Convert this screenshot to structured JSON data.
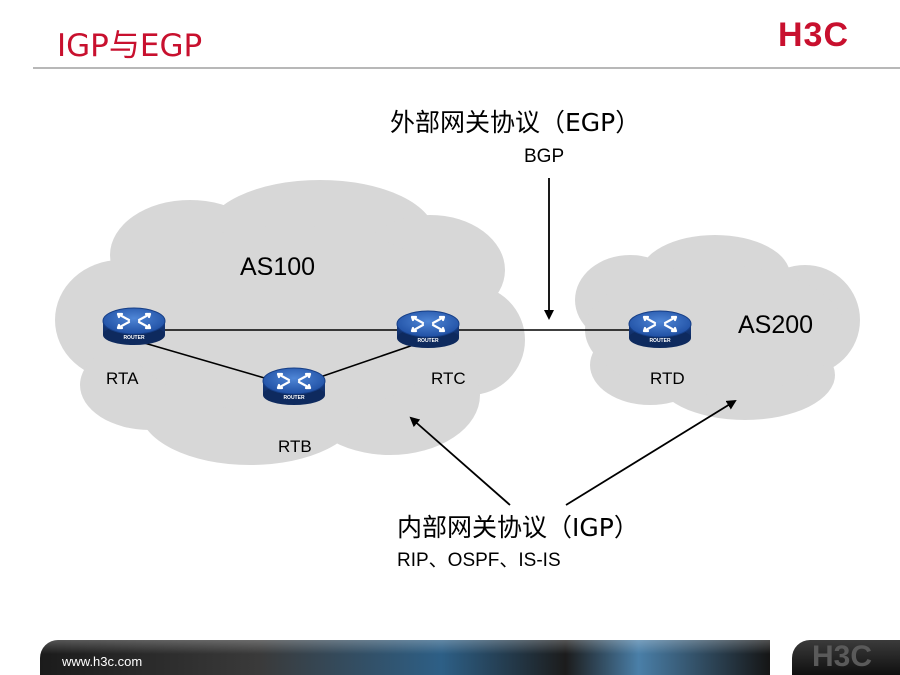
{
  "slide": {
    "title": "IGP与EGP",
    "logo": "H3C",
    "footer_url": "www.h3c.com",
    "footer_logo": "H3C"
  },
  "diagram": {
    "as_left": "AS100",
    "as_right": "AS200",
    "routers": [
      {
        "id": "RTA",
        "label": "RTA",
        "icon_text": "ROUTER"
      },
      {
        "id": "RTB",
        "label": "RTB",
        "icon_text": "ROUTER"
      },
      {
        "id": "RTC",
        "label": "RTC",
        "icon_text": "ROUTER"
      },
      {
        "id": "RTD",
        "label": "RTD",
        "icon_text": "ROUTER"
      }
    ],
    "egp_title": "外部网关协议（EGP）",
    "egp_protocols": "BGP",
    "igp_title": "内部网关协议（IGP）",
    "igp_protocols": "RIP、OSPF、IS-IS"
  },
  "colors": {
    "title_red": "#c8102e",
    "cloud_gray": "#d7d7d7",
    "router_blue": "#1f4fa3"
  }
}
